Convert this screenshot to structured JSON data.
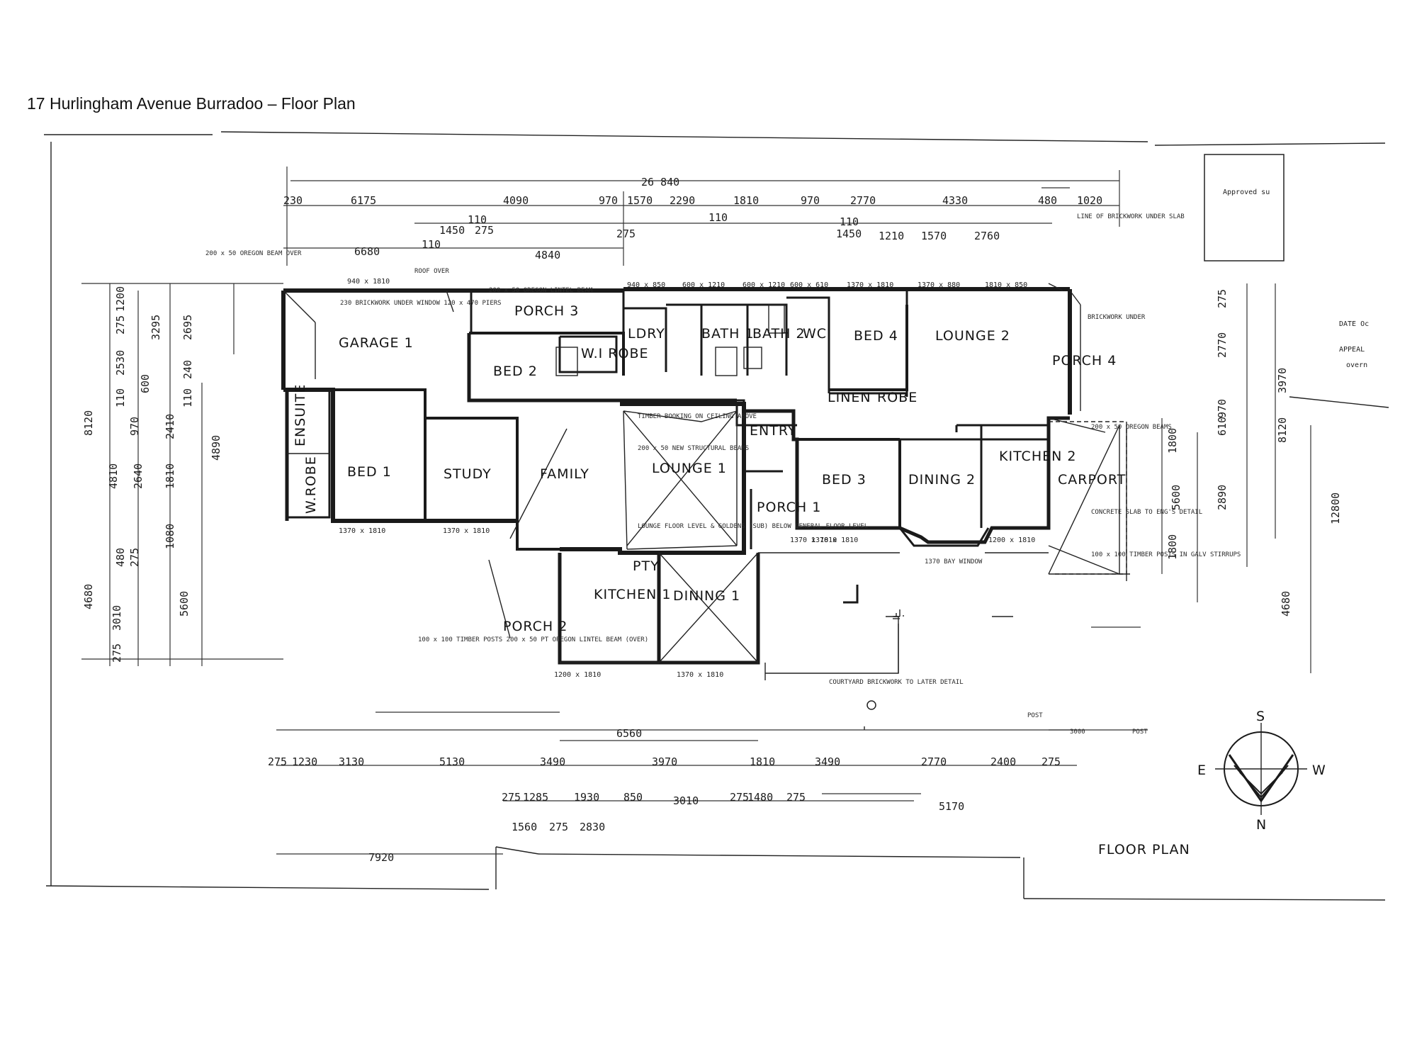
{
  "document": {
    "title": "17 Hurlingham Avenue Burradoo – Floor Plan",
    "plan_heading": "FLOOR PLAN"
  },
  "compass": {
    "top": "S",
    "bottom": "N",
    "left": "E",
    "right": "W"
  },
  "stamp": {
    "approved": "Approved su",
    "date": "DATE Oc",
    "appeal": "APPEAL",
    "govern": "overn"
  },
  "rooms": {
    "garage1": "GARAGE 1",
    "porch3": "PORCH 3",
    "bed2": "BED 2",
    "robe": "W.I ROBE",
    "ldry": "LDRY",
    "bath1": "BATH 1",
    "bath2": "BATH 2",
    "wc": "WC",
    "bed4": "BED 4",
    "lounge2": "LOUNGE 2",
    "porch4": "PORCH 4",
    "ensuite": "ENSUITE",
    "wrobe": "W.ROBE",
    "bed1": "BED 1",
    "study": "STUDY",
    "family": "FAMILY",
    "lounge1": "LOUNGE 1",
    "entry": "ENTRY",
    "porch1": "PORCH 1",
    "bed3": "BED 3",
    "dining2": "DINING 2",
    "kitchen2": "KITCHEN 2",
    "carport": "CARPORT",
    "kitchen1": "KITCHEN 1",
    "dining1": "DINING 1",
    "porch2": "PORCH 2",
    "linen": "LINEN",
    "robe2": "ROBE",
    "pty": "PTY"
  },
  "notes": {
    "beam_tl": "200 x 50 OREGON BEAM OVER",
    "roof_over": "ROOF OVER",
    "brick_window": "230 BRICKWORK UNDER WINDOW 120 x 470 PIERS",
    "lintel": "200 x 50 OREGON LINTEL BEAM",
    "line_brick": "LINE OF BRICKWORK UNDER SLAB",
    "brickwork_under": "BRICKWORK UNDER",
    "timber_lounge": "TIMBER BOOKING ON CEILING ABOVE",
    "beam_lounge": "200 x 50 NEW STRUCTURAL BEAMS",
    "lounge_floor": "LOUNGE FLOOR LEVEL & GOLDENS (SUB) BELOW GENERAL FLOOR LEVEL",
    "carport_beams": "200 x 50 OREGON BEAMS",
    "concrete_slab": "CONCRETE SLAB TO ENG'S DETAIL",
    "timber_posts": "100 x 100 TIMBER POSTS IN GALV STIRRUPS",
    "porch_posts": "100 x 100 TIMBER POSTS 200 x 50 PT OREGON LINTEL BEAM (OVER)",
    "courtyard": "COURTYARD BRICKWORK TO LATER DETAIL",
    "bay_window": "1370 BAY WINDOW",
    "post1": "POST",
    "post2": "POST",
    "post_spacing": "3000"
  },
  "dimensions": {
    "top_overall": "26 840",
    "top_row1": [
      "230",
      "6175",
      "4090",
      "970",
      "1570",
      "2290",
      "1810",
      "970",
      "2770",
      "4330",
      "480",
      "1020"
    ],
    "top_row2": [
      "1450",
      "275",
      "110",
      "110",
      "110",
      "110",
      "275",
      "1450",
      "1210",
      "1570",
      "2760"
    ],
    "top_row3": [
      "6680",
      "4840"
    ],
    "left_col1": [
      "8120",
      "4810",
      "4680",
      "3010",
      "275"
    ],
    "left_col2": [
      "1200",
      "275",
      "2530",
      "110",
      "970",
      "2640",
      "480",
      "275"
    ],
    "left_col3": [
      "3295",
      "600",
      "2410",
      "1810",
      "1080",
      "5600"
    ],
    "left_col4": [
      "2695",
      "240",
      "110",
      "4890"
    ],
    "right_col1": [
      "275",
      "2770",
      "970",
      "610",
      "2890",
      "4680"
    ],
    "right_col2": [
      "3970",
      "1800",
      "5600",
      "1800",
      "12800",
      "8120"
    ],
    "bottom_row1": [
      "6560"
    ],
    "bottom_row2": [
      "275",
      "1230",
      "3130",
      "5130",
      "3490",
      "3970",
      "1810",
      "3490",
      "2770",
      "2400",
      "275"
    ],
    "bottom_row3": [
      "275",
      "1285",
      "1930",
      "850",
      "3010",
      "275",
      "1480",
      "275",
      "5170"
    ],
    "bottom_row4": [
      "1560",
      "275",
      "2830"
    ],
    "bottom_overall": "7920",
    "windows": [
      "940 x 1810",
      "1370 x 1810",
      "940 x 850",
      "600 x 1210",
      "600 x 1210",
      "600 x 610",
      "1370 x 1810",
      "1370 x 880",
      "1810 x 850",
      "1370 x 1810",
      "1370 x 1810",
      "1370 x 1810",
      "1200 x 1810",
      "1200 x 1810",
      "1370 x 1810"
    ]
  }
}
